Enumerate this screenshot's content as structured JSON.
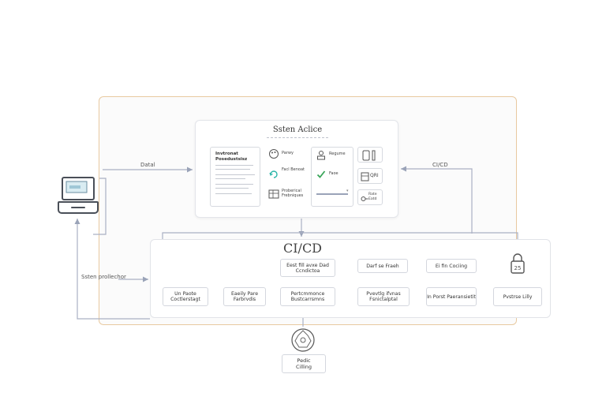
{
  "diagram": {
    "labels": {
      "left_top": "Datal",
      "right_top": "CI/CD",
      "left_mid": "Ssten prollechor"
    },
    "architecture": {
      "title": "Ssten Aclice",
      "doc": {
        "title_lines": [
          "Invtronat",
          "Posedustsisz"
        ]
      },
      "items": [
        {
          "icon": "palette-icon",
          "label": "Parwy"
        },
        {
          "icon": "user-badge-icon",
          "label": "Regume"
        },
        {
          "icon": "sync-icon",
          "label": "Facl Benoat"
        },
        {
          "icon": "check-icon",
          "label": "Faoe"
        },
        {
          "icon": "grid-icon",
          "label": "Proberical Frebniques"
        }
      ],
      "side_panel": [
        {
          "icon": "phone-icon",
          "label": ""
        },
        {
          "icon": "database-icon",
          "label": "QRI"
        },
        {
          "icon": "key-icon",
          "label": "Rate Eatd"
        }
      ]
    },
    "cicd": {
      "title": "CI/CD",
      "top_row": [
        {
          "label": "Eest fill avxe Dad Ccndictoa"
        },
        {
          "label": "Darf se Fraeh"
        },
        {
          "label": "Ei fin Cociing"
        }
      ],
      "pipeline": [
        {
          "label": "Un Paote Coctlerstagt"
        },
        {
          "label": "Eaeily Pare Farbrvdis"
        },
        {
          "label": "Pertcmmonce Bustcarrsmns"
        },
        {
          "label": "Pvevtlg ifvnas Fsnictalptal"
        },
        {
          "label": "In Porst Paeransietit"
        },
        {
          "label": "Pvstrse Lilly"
        }
      ],
      "lock_label": "25"
    },
    "bottom": {
      "label_lines": [
        "Pedic",
        "Cilling"
      ]
    },
    "colors": {
      "frame": "#e8c9a0",
      "arrow": "#aab0c4",
      "teal": "#2bb5a8",
      "green": "#3aa55a"
    }
  }
}
